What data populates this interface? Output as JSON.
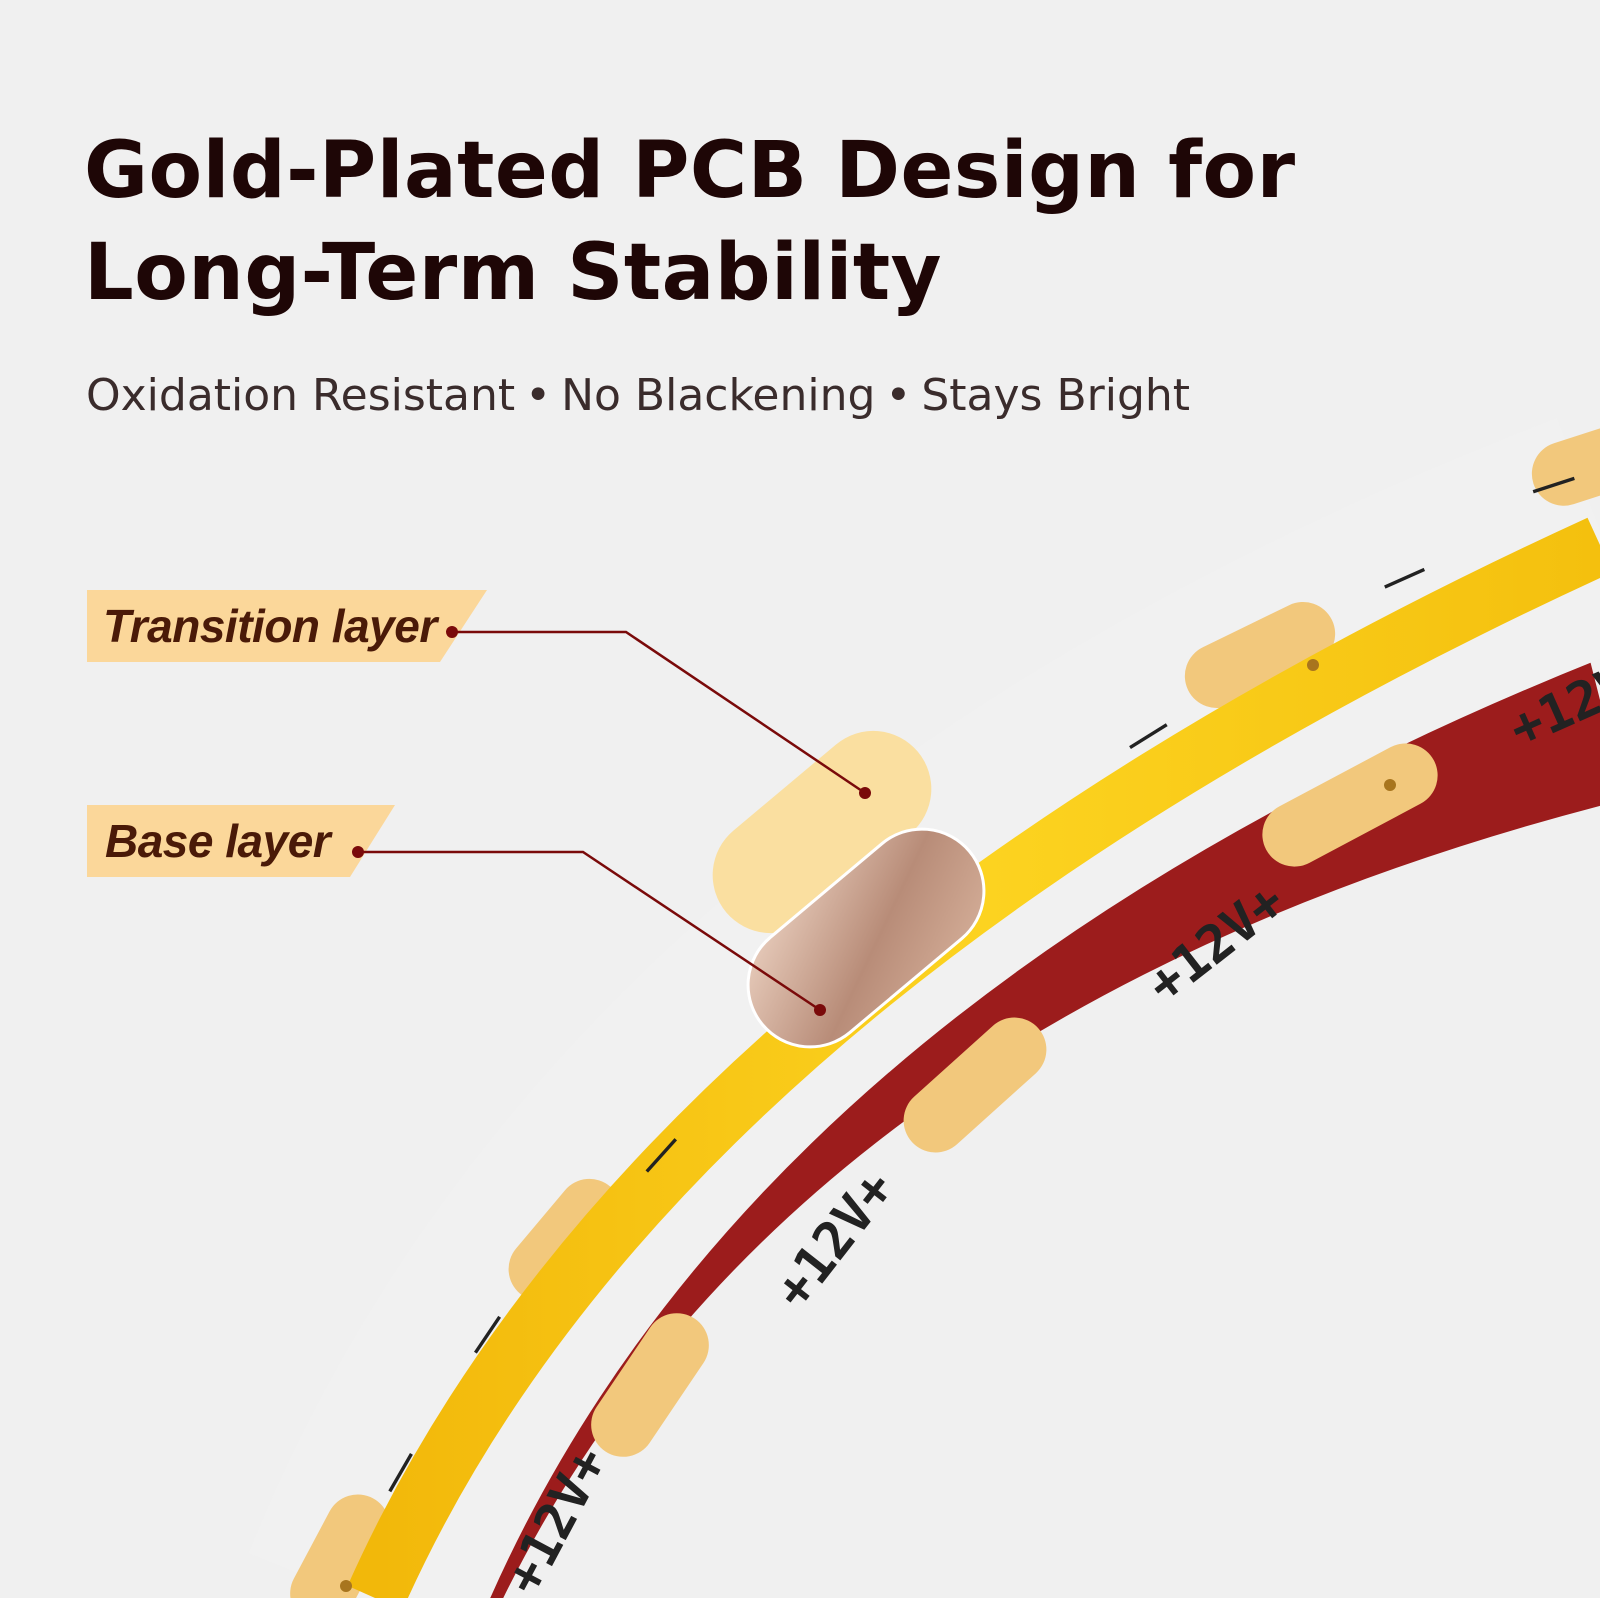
{
  "title": {
    "line1": "Gold-Plated PCB Design for",
    "line2": "Long-Term Stability"
  },
  "subtitle": {
    "items": [
      "Oxidation Resistant",
      "No Blackening",
      "Stays Bright"
    ],
    "separator": "•"
  },
  "callouts": {
    "transition": "Transition layer",
    "base": "Base layer"
  },
  "strip": {
    "markings": {
      "voltage": "+12V+",
      "minus": "—"
    }
  },
  "colors": {
    "background": "#f0f0f0",
    "title": "#1e0606",
    "subtitle": "#3a2c2c",
    "label_bg": "#fbd79a",
    "label_text": "#4a1a08",
    "leader_line": "#7a0a0a",
    "cob_yellow": "#f5c410",
    "pad_gold": "#f1c97a",
    "pcb_white": "#f7f7f7",
    "copper": "#c9a08a"
  }
}
